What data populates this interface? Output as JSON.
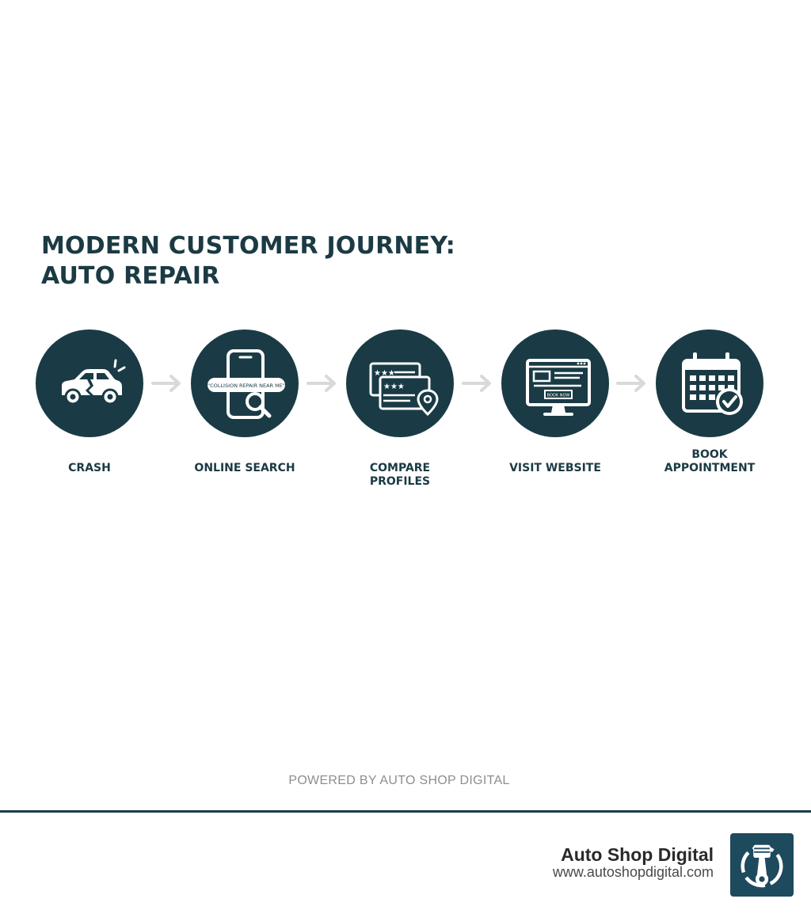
{
  "title": {
    "line1": "MODERN CUSTOMER JOURNEY:",
    "line2": "AUTO REPAIR"
  },
  "steps": [
    {
      "label_lines": [
        "CRASH"
      ],
      "icon": "crashed-car-icon"
    },
    {
      "label_lines": [
        "ONLINE SEARCH"
      ],
      "icon": "phone-search-icon"
    },
    {
      "label_lines": [
        "COMPARE",
        "PROFILES"
      ],
      "icon": "review-profiles-icon"
    },
    {
      "label_lines": [
        "VISIT WEBSITE"
      ],
      "icon": "desktop-website-icon"
    },
    {
      "label_lines": [
        "BOOK",
        "APPOINTMENT"
      ],
      "icon": "calendar-check-icon"
    }
  ],
  "search_bar_text": "\"COLLISION REPAIR NEAR ME\"",
  "website_button_text": "BOOK NOW",
  "powered_by": "POWERED BY AUTO SHOP DIGITAL",
  "brand": {
    "name": "Auto Shop Digital",
    "url": "www.autoshopdigital.com",
    "logo_icon": "piston-logo-icon"
  },
  "colors": {
    "primary": "#1a3b45",
    "arrow": "#d9d9d9",
    "footer_rule": "#1a3b4d"
  }
}
